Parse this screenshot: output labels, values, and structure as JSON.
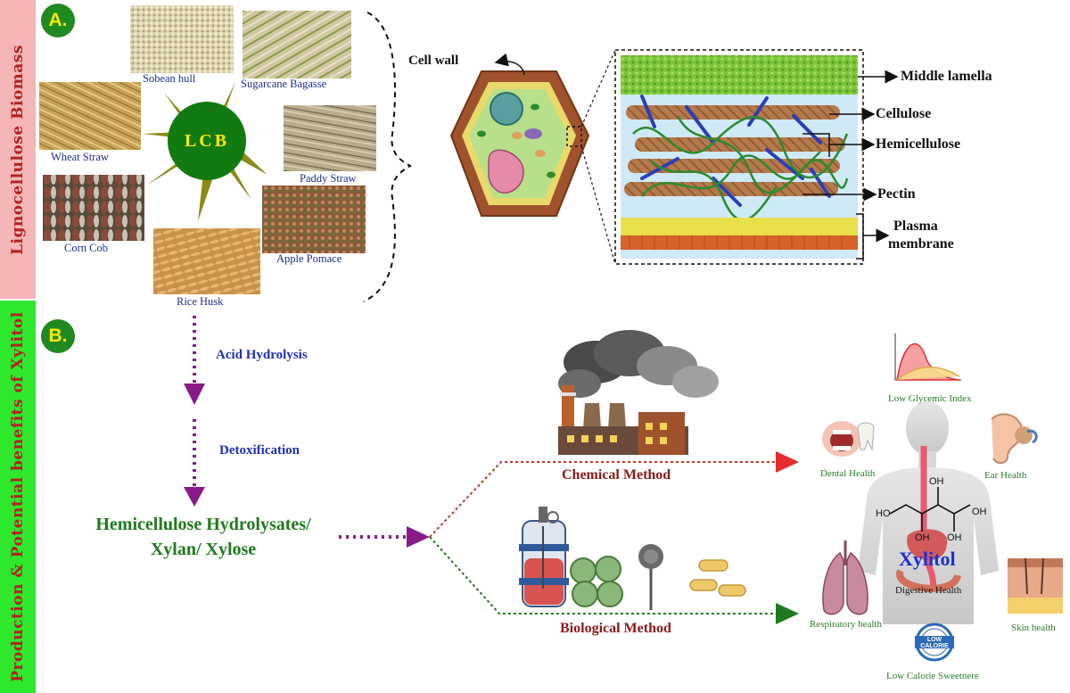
{
  "sidebar": {
    "section_a": "Lignocellulose Biomass",
    "section_b": "Production & Potential benefits of Xylitol"
  },
  "badges": {
    "a": "A.",
    "b": "B."
  },
  "biomass": {
    "center": "LCB",
    "sources": [
      "Sobean hull",
      "Sugarcane Bagasse",
      "Wheat Straw",
      "Paddy Straw",
      "Corn Cob",
      "Apple Pomace",
      "Rice Husk"
    ]
  },
  "cell": {
    "cell_wall": "Cell wall",
    "layers": [
      "Middle lamella",
      "Cellulose",
      "Hemicellulose",
      "Pectin",
      "Plasma",
      "membrane"
    ]
  },
  "process": {
    "steps": [
      "Acid Hydrolysis",
      "Detoxification"
    ],
    "product_line1": "Hemicellulose Hydrolysates/",
    "product_line2": "Xylan/ Xylose",
    "chemical": "Chemical Method",
    "biological": "Biological Method"
  },
  "xylitol": {
    "name": "Xylitol",
    "hydroxyls": [
      "OH",
      "OH",
      "OH",
      "HO",
      "OH"
    ],
    "benefits": [
      "Low Glycemic Index",
      "Dental Health",
      "Ear Health",
      "Digestive Health",
      "Respiratory health",
      "Skin health",
      "Low Calorie Sweetnere"
    ],
    "stamp": "LOW CALORIE"
  },
  "colors": {
    "badge": "#1f8a1f",
    "lcb": "#117a11",
    "chem_arrow": "#e52b2b",
    "bio_arrow": "#1f7a1f",
    "purple": "#8a1a8a"
  }
}
